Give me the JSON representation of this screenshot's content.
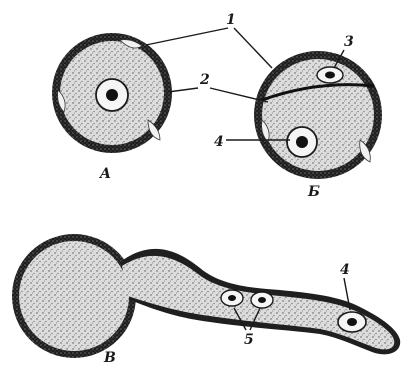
{
  "figure": {
    "labels": {
      "wall": "1",
      "septum": "2",
      "small_cell": "3",
      "nucleus": "4",
      "tube_nuclei": "5",
      "stage_a": "A",
      "stage_b": "Б",
      "stage_c": "В"
    },
    "colors": {
      "ink": "#1a1a1a",
      "exine": "#2b2b2b",
      "cytoplasm": "#d4d4d4",
      "background": "#ffffff"
    }
  }
}
